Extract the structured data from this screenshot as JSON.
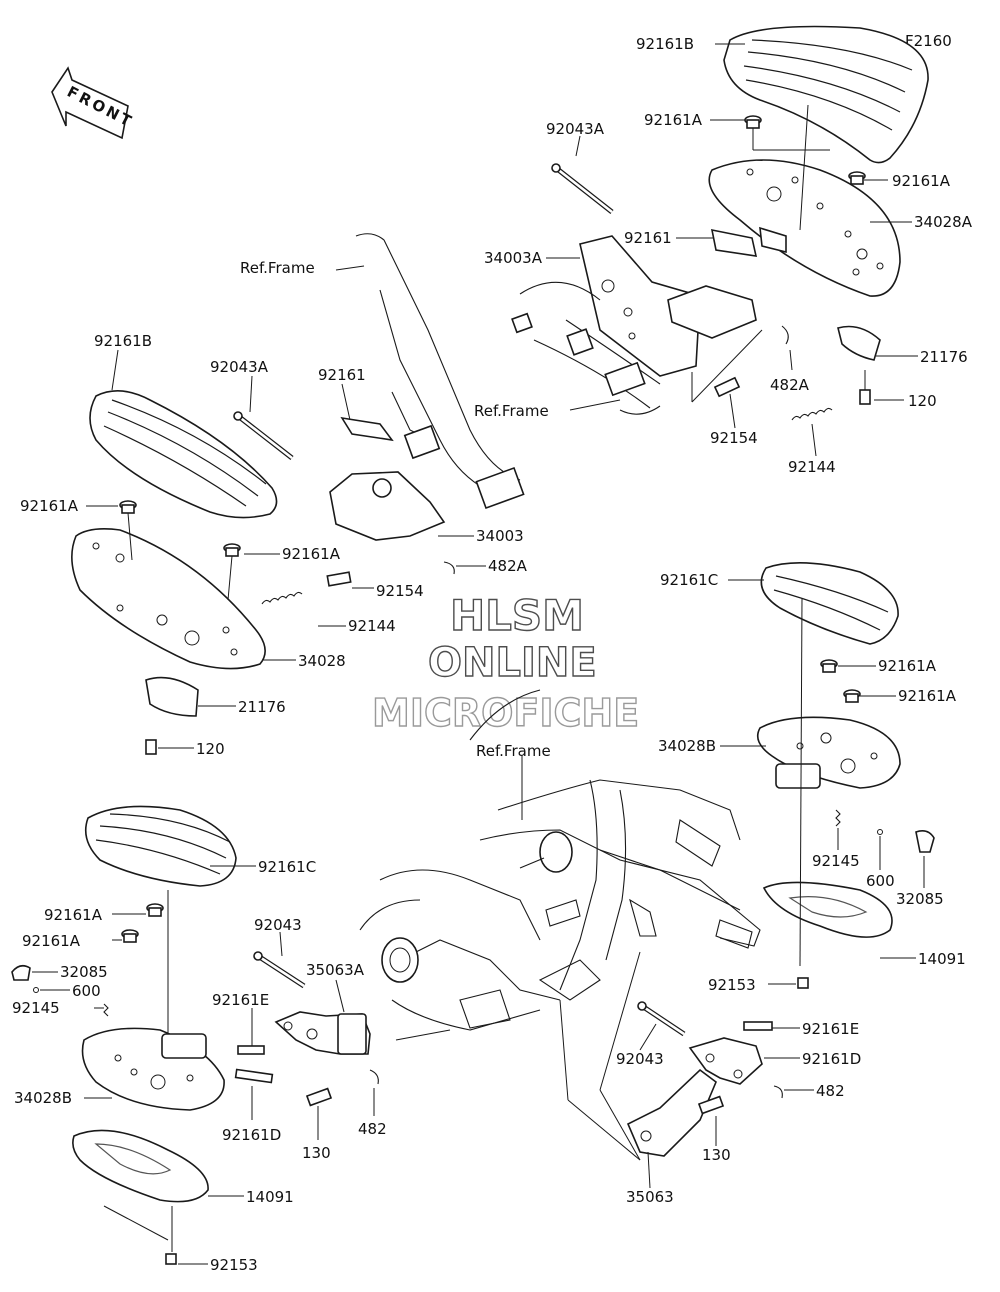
{
  "figure_code": "F2160",
  "front_arrow_label": "FRONT",
  "watermark": {
    "line1": "HLSM",
    "line2": "ONLINE",
    "line3": "MICROFICHE"
  },
  "labels": {
    "tr_92161B": "92161B",
    "tr_92161A_top": "92161A",
    "tr_92043A": "92043A",
    "tr_92161A_right": "92161A",
    "tr_34028A": "34028A",
    "tr_92161": "92161",
    "tr_34003A": "34003A",
    "tr_21176": "21176",
    "tr_120": "120",
    "tr_482A": "482A",
    "tr_92154": "92154",
    "tr_92144": "92144",
    "tr_ref_frame": "Ref.Frame",
    "ml_ref_frame": "Ref.Frame",
    "ml_92161B": "92161B",
    "ml_92043A": "92043A",
    "ml_92161": "92161",
    "ml_92161A_left": "92161A",
    "ml_92161A_right": "92161A",
    "ml_34003": "34003",
    "ml_482A": "482A",
    "ml_92154": "92154",
    "ml_92144": "92144",
    "ml_34028": "34028",
    "ml_21176": "21176",
    "ml_120": "120",
    "rm_92161C": "92161C",
    "rm_92161A_1": "92161A",
    "rm_92161A_2": "92161A",
    "rm_34028B": "34028B",
    "rm_92145": "92145",
    "rm_600": "600",
    "rm_32085": "32085",
    "rm_14091": "14091",
    "rm_92153": "92153",
    "c_ref_frame": "Ref.Frame",
    "bl_92161C": "92161C",
    "bl_92161A_1": "92161A",
    "bl_92161A_2": "92161A",
    "bl_32085": "32085",
    "bl_600": "600",
    "bl_92145": "92145",
    "bl_34028B": "34028B",
    "bl_14091": "14091",
    "bl_92153": "92153",
    "bc_92043": "92043",
    "bc_35063A": "35063A",
    "bc_92161E": "92161E",
    "bc_92161D": "92161D",
    "bc_130": "130",
    "bc_482": "482",
    "br_92043": "92043",
    "br_92161E": "92161E",
    "br_92161D": "92161D",
    "br_482": "482",
    "br_130": "130",
    "br_35063": "35063"
  }
}
